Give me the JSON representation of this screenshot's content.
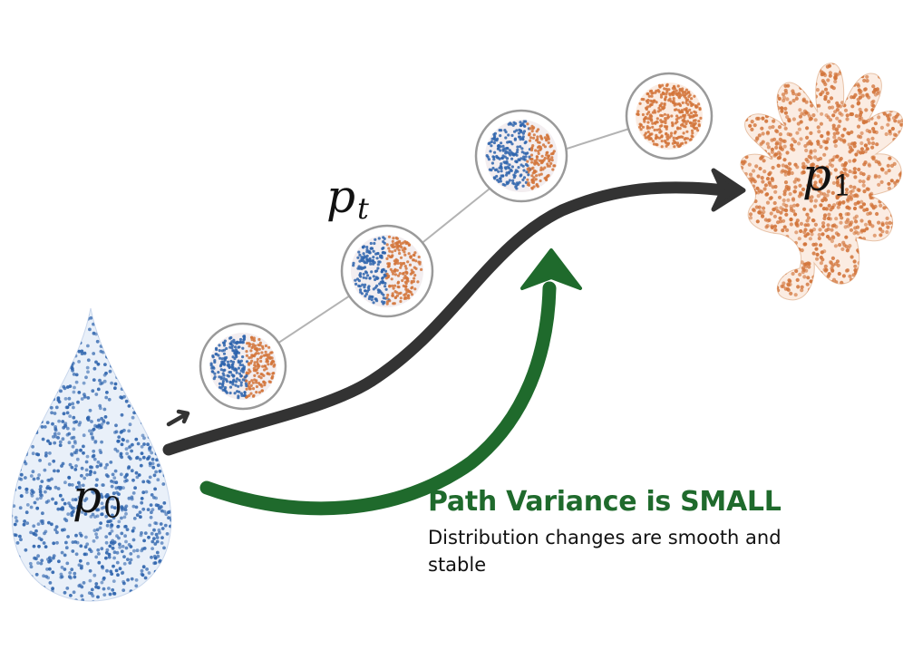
{
  "labels": {
    "start": {
      "base": "p",
      "sub": "0"
    },
    "middle": {
      "base": "p",
      "sub": "t"
    },
    "end": {
      "base": "p",
      "sub": "1"
    }
  },
  "caption": {
    "title": "Path Variance is SMALL",
    "subtitle": "Distribution changes are smooth and stable"
  },
  "colors": {
    "source_dots": "#2e64ad",
    "target_dots": "#d2743a",
    "main_path": "#333333",
    "variance_arrow": "#1f6a2c",
    "caption_title": "#1f6a2c",
    "connector": "#b3b3b3",
    "node_ring": "#9a9a9a"
  },
  "intermediate_nodes": [
    {
      "mix": 0.45
    },
    {
      "mix": 0.5
    },
    {
      "mix": 0.4
    },
    {
      "mix": 1.0
    }
  ],
  "icons": {
    "source": "teardrop-distribution-icon",
    "target": "blob-distribution-icon"
  }
}
